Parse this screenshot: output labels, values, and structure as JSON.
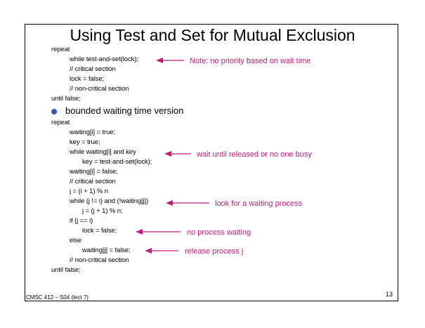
{
  "title": "Using Test and Set for Mutual Exclusion",
  "code_block_1": {
    "lines": [
      "repeat",
      "while test-and-set(lock);",
      "// critical section",
      "lock = false;",
      "// non-critical section",
      "until false;"
    ]
  },
  "bullet": {
    "text": "bounded waiting time version"
  },
  "code_block_2": {
    "lines": [
      "repeat",
      "waiting[i] = true;",
      "key = true;",
      "while waiting[i] and key",
      "key = test-and-set(lock);",
      "waiting[i] = false;",
      "// critical section",
      "j = (i + 1) % n",
      "while (j != i) and (!waiting[j])",
      "j = (j + 1) % n;",
      "if (j == i)",
      "lock = false;",
      "else",
      "waiting[j] = false;",
      "// non-critical section",
      "until false;"
    ]
  },
  "notes": [
    "Note: no priority based on wait time",
    "wait until released or no one busy",
    "look for a waiting process",
    "no process waiting",
    "release process j"
  ],
  "footer": {
    "course": "CMSC 412 – S04  (lect 7)",
    "page_number": "13"
  },
  "colors": {
    "arrow": "#c2187a",
    "bullet": "#3b55c9"
  }
}
